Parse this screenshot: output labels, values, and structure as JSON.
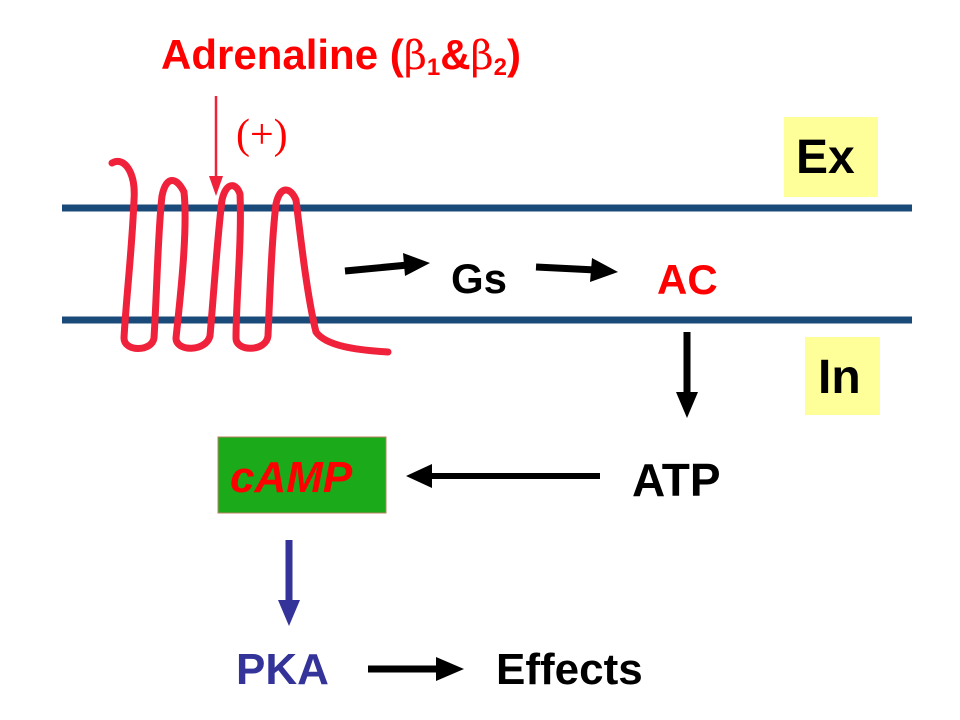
{
  "title": {
    "main": "Adrenaline (",
    "beta": "β",
    "sub1": "1",
    "amp": "&",
    "sub2": "2",
    "close": ")"
  },
  "stimulus_sign": "(+)",
  "labels": {
    "extracellular": "Ex",
    "intracellular": "In",
    "gs": "Gs",
    "ac": "AC",
    "atp": "ATP",
    "camp": "cAMP",
    "pka": "PKA",
    "effects": "Effects"
  },
  "colors": {
    "red": "#ff0000",
    "receptor": "#f0213a",
    "membrane": "#1a4a7a",
    "label_box": "#ffff99",
    "camp_box": "#1aaa1a",
    "pka": "#333399",
    "black": "#000000"
  }
}
